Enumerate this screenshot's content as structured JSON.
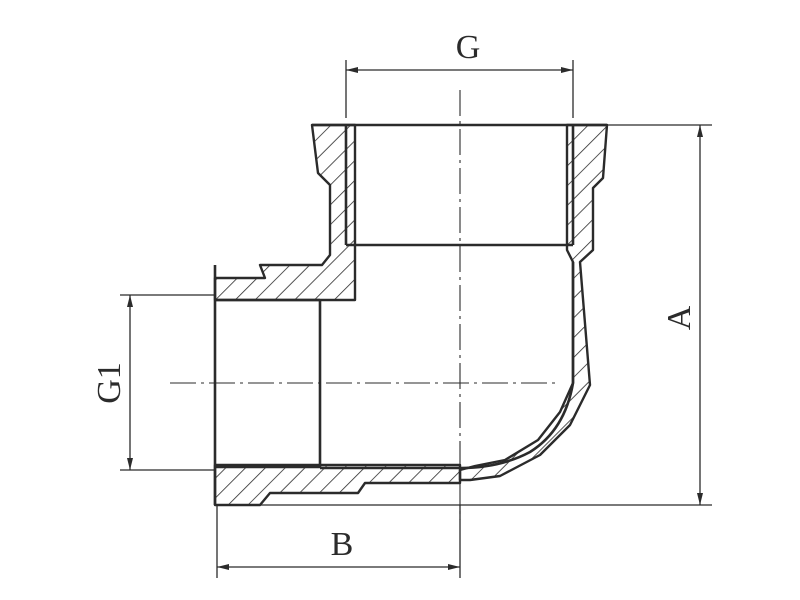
{
  "labels": {
    "g": "G",
    "g1": "G1",
    "a": "A",
    "b": "B"
  },
  "colors": {
    "line": "#2b2b2b",
    "background": "#ffffff"
  }
}
